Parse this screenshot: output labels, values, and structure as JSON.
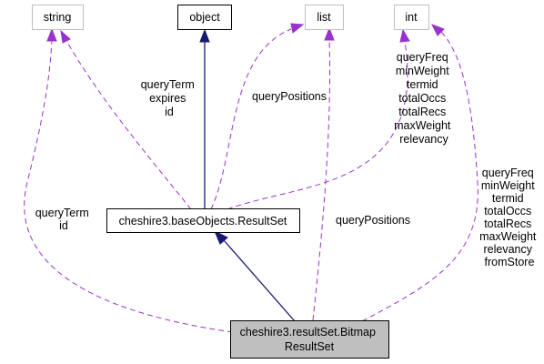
{
  "nodes": {
    "string": "string",
    "object": "object",
    "list": "list",
    "int": "int",
    "resultset": "cheshire3.baseObjects.ResultSet",
    "bitmap_line1": "cheshire3.resultSet.Bitmap",
    "bitmap_line2": "ResultSet"
  },
  "edge_labels": {
    "string_to_resultset": [
      "queryTerm",
      "expires",
      "id"
    ],
    "list_to_resultset": [
      "queryPositions"
    ],
    "int_to_resultset": [
      "queryFreq",
      "minWeight",
      "termid",
      "totalOccs",
      "totalRecs",
      "maxWeight",
      "relevancy"
    ],
    "string_to_bitmap": [
      "queryTerm",
      "id"
    ],
    "list_to_bitmap": [
      "queryPositions"
    ],
    "int_to_bitmap": [
      "queryFreq",
      "minWeight",
      "termid",
      "totalOccs",
      "totalRecs",
      "maxWeight",
      "relevancy",
      "fromStore"
    ]
  },
  "colors": {
    "usage_edge": "#9a32cd",
    "inheritance_edge": "#191970",
    "external_node_border": "#bfbfbf",
    "focus_node_fill": "#bfbfbf"
  }
}
